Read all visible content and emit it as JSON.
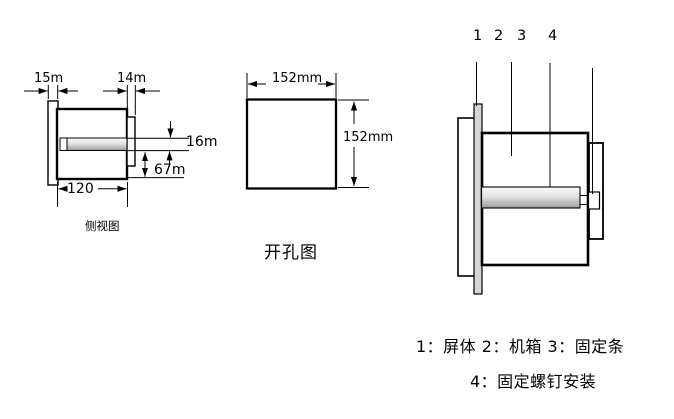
{
  "side_view": {
    "caption": "侧视图",
    "dim_flange": "15m",
    "dim_strip": "14m",
    "dim_cylinder": "16m",
    "dim_offset": "67m",
    "dim_depth": "120"
  },
  "cutout_view": {
    "caption": "开孔图",
    "dim_width": "152mm",
    "dim_height": "152mm"
  },
  "assembly_view": {
    "callouts": [
      "1",
      "2",
      "3",
      "4"
    ],
    "legend_row1": "1：屏体  2：机箱  3：固定条",
    "legend_row2": "4：固定螺钉安装"
  },
  "colors": {
    "line": "#000000",
    "panel_fill": "#d5d5d5",
    "cylinder_top": "#fbfbfb",
    "cylinder_bottom": "#9c9c9c",
    "background": "#ffffff"
  }
}
